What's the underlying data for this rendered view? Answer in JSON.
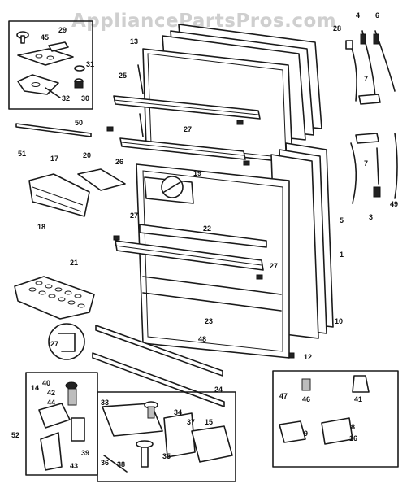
{
  "watermark": "AppliancePartsPros.com",
  "callouts": [
    "45",
    "29",
    "31",
    "32",
    "30",
    "13",
    "25",
    "27",
    "4",
    "6",
    "28",
    "7",
    "50",
    "51",
    "17",
    "20",
    "26",
    "19",
    "7",
    "18",
    "27",
    "22",
    "5",
    "3",
    "49",
    "21",
    "27",
    "23",
    "1",
    "10",
    "27",
    "48",
    "12",
    "40",
    "42",
    "14",
    "44",
    "33",
    "34",
    "37",
    "15",
    "47",
    "46",
    "41",
    "52",
    "39",
    "43",
    "36",
    "38",
    "35",
    "8",
    "9",
    "16",
    "24"
  ],
  "icons": {
    "diagram": "refrigerator-door-exploded-view"
  }
}
